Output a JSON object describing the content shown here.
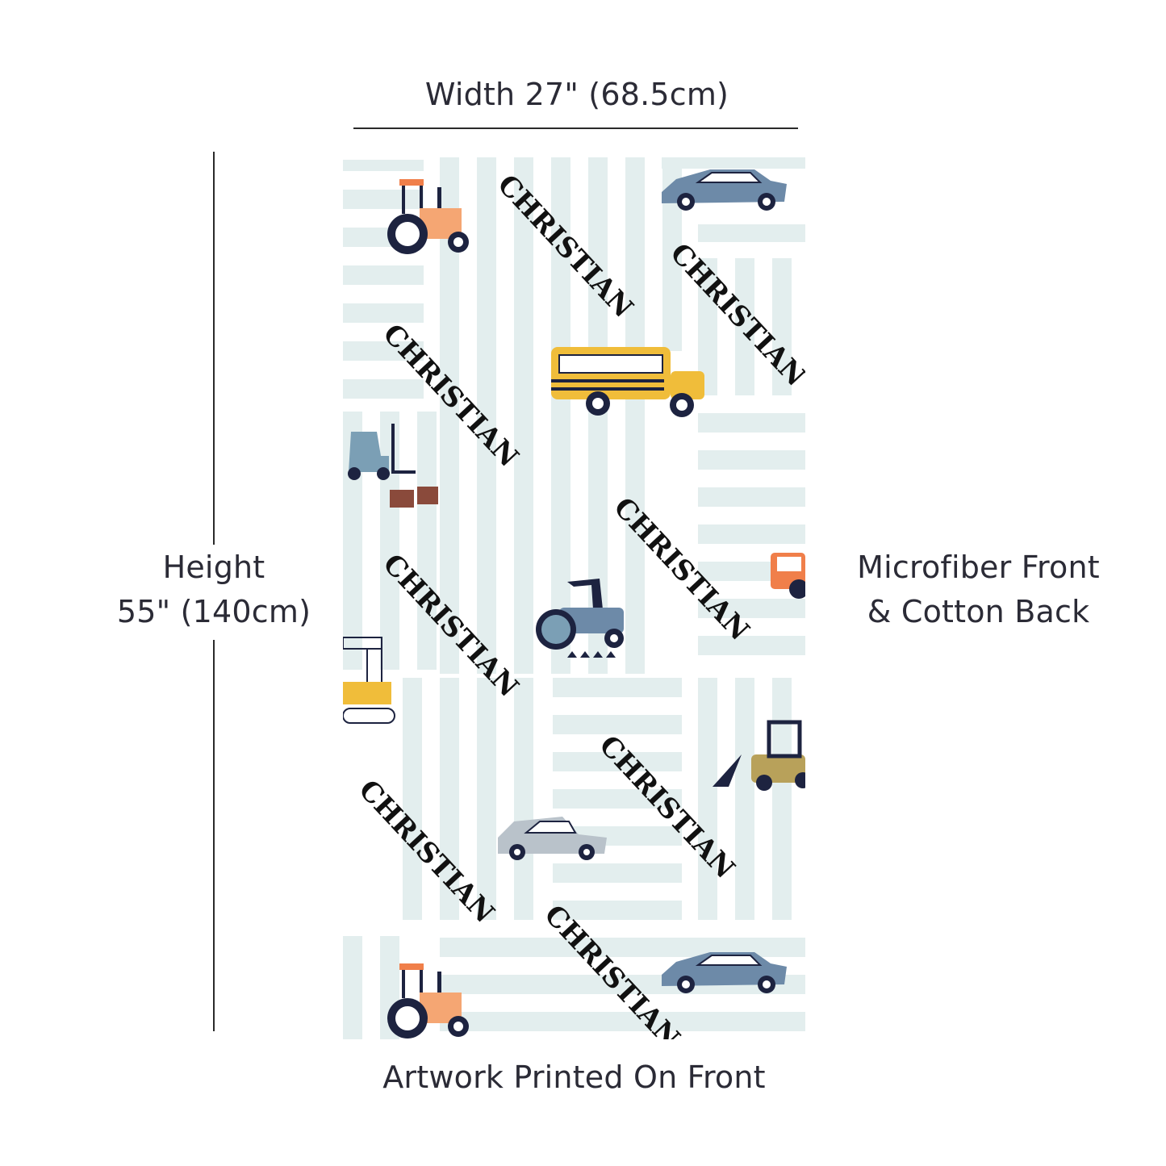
{
  "dimensions": {
    "width_label": "Width 27\" (68.5cm)",
    "height_label_line1": "Height",
    "height_label_line2": "55\" (140cm)"
  },
  "material": {
    "line1": "Microfiber Front",
    "line2": "& Cotton Back"
  },
  "footer": {
    "label": "Artwork Printed On Front"
  },
  "artwork": {
    "personalized_name": "CHRISTIAN",
    "stripe_color": "#e3eeee",
    "name_color": "#111111",
    "vehicles": [
      "tractor-icon",
      "car-icon",
      "school-bus-icon",
      "forklift-icon",
      "road-roller-icon",
      "crane-icon",
      "bulldozer-icon"
    ]
  }
}
